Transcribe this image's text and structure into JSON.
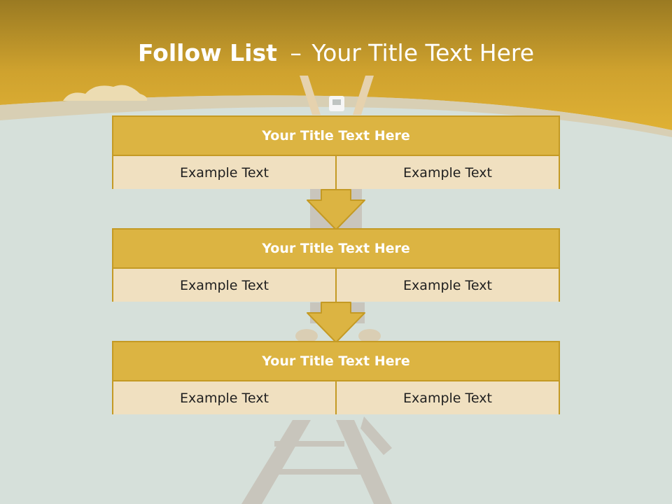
{
  "slide": {
    "title_bold": "Follow List",
    "title_separator": "–",
    "title_rest": "Your Title Text Here"
  },
  "steps": [
    {
      "title": "Your Title Text Here",
      "left": "Example Text",
      "right": "Example Text"
    },
    {
      "title": "Your Title Text Here",
      "left": "Example Text",
      "right": "Example Text"
    },
    {
      "title": "Your Title Text Here",
      "left": "Example Text",
      "right": "Example Text"
    }
  ],
  "colors": {
    "header_band": "#d9aa30",
    "background": "#d6e0da",
    "box_header": "#dcb442",
    "box_cell": "#f0e0c0",
    "border": "#c49a24"
  }
}
